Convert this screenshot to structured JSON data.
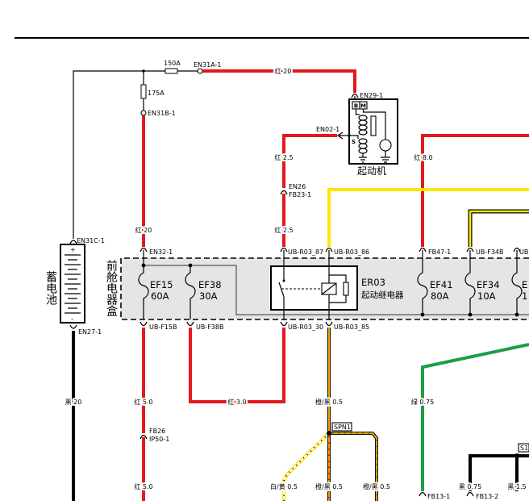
{
  "battery": {
    "label": "蓄电池",
    "plus": "+",
    "minus": "-",
    "top_connector": "EN31C-1",
    "bottom_connector": "EN27-1"
  },
  "fusebox": {
    "label": "前舱电器盒"
  },
  "starter": {
    "label": "起动机",
    "terminal_b": "B",
    "terminal_m": "M",
    "terminal_s": "S"
  },
  "relay": {
    "id": "ER03",
    "name": "起动继电器"
  },
  "main_fuses": {
    "f150": "150A",
    "f175": "175A"
  },
  "fuses": [
    {
      "id": "EF15",
      "rating": "60A"
    },
    {
      "id": "EF38",
      "rating": "30A"
    },
    {
      "id": "EF41",
      "rating": "80A"
    },
    {
      "id": "EF34",
      "rating": "10A"
    },
    {
      "id": "E",
      "rating": "1"
    }
  ],
  "connectors": {
    "en31a_1": "EN31A-1",
    "en31b_1": "EN31B-1",
    "en29_1": "EN29-1",
    "en02_1": "EN02-1",
    "en26": "EN26",
    "fb23_1": "FB23-1",
    "en32_1": "EN32-1",
    "ub_r03_87": "UB-R03_87",
    "ub_r03_86": "UB-R03_86",
    "fb47_1": "FB47-1",
    "ub_f34b": "UB-F34B",
    "ub_partial": "UB",
    "ub_f15b": "UB-F15B",
    "ub_f38b": "UB-F38B",
    "ub_r03_30": "UB-R03_30",
    "ub_r03_85": "UB-R03_85",
    "fb26": "FB26",
    "ip50_1": "IP50-1",
    "fb13_1": "FB13-1",
    "fb13_2": "FB13-2"
  },
  "splices": {
    "spn1": "SPN1",
    "s1": "S1"
  },
  "wires": {
    "top_red": "红 20",
    "left_red": "红 20",
    "s_red_upper": "红 2.5",
    "s_red_lower": "红 2.5",
    "red_80": "红 8.0",
    "battery_ground": "黑 20",
    "ef15_out_upper": "红 5.0",
    "ef15_out_lower": "红 5.0",
    "ef38_loop": "红 3.0",
    "r85_out": "橙/黑 0.5",
    "green": "绿 0.75",
    "spn_left": "白/黄 0.5",
    "spn_mid": "橙/黑 0.5",
    "spn_right": "橙/黑 0.5",
    "black_075": "黑 0.75",
    "black_15": "黑 1.5"
  },
  "colors": {
    "red": "#e3191d",
    "yellow": "#ffe500",
    "green": "#1b9e48",
    "orange": "#f5a000",
    "black": "#000000",
    "box_fill": "#e5e5e5"
  }
}
